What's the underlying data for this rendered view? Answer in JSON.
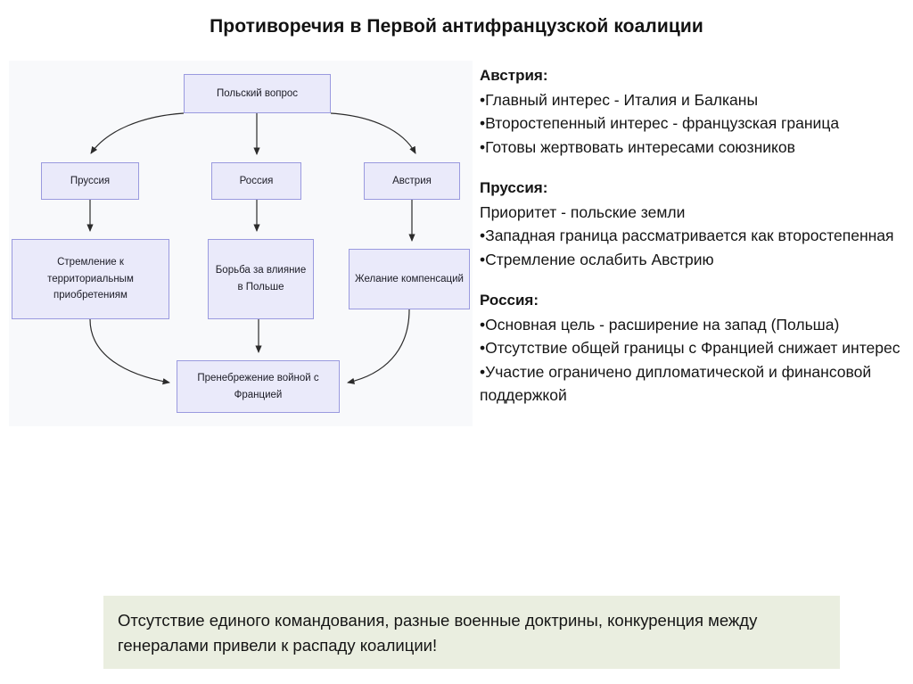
{
  "page": {
    "title": "Противоречия в Первой антифранцузской коалиции"
  },
  "diagram": {
    "nodes": {
      "polish_question": "Польский вопрос",
      "prussia": "Пруссия",
      "russia": "Россия",
      "austria": "Австрия",
      "territory": "Стремление к территориальным приобретениям",
      "influence": "Борьба за влияние в Польше",
      "compensation": "Желание компенсаций",
      "neglect": "Пренебрежение войной с Францией"
    },
    "panel_background": "#f8f9fb",
    "node_fill": "#eaeafa",
    "node_border": "#9a9adf",
    "arrow_color": "#2b2b2b"
  },
  "info": {
    "austria": {
      "heading": "Австрия:",
      "lines": [
        "•Главный интерес - Италия и Балканы",
        "•Второстепенный интерес - французская граница",
        "•Готовы жертвовать интересами союзников"
      ]
    },
    "prussia": {
      "heading": "Пруссия:",
      "lines": [
        "Приоритет - польские земли",
        "•Западная граница рассматривается как второстепенная",
        "•Стремление ослабить Австрию"
      ]
    },
    "russia": {
      "heading": "Россия:",
      "lines": [
        "•Основная цель - расширение на запад (Польша)",
        "•Отсутствие общей границы с Францией снижает интерес",
        "•Участие ограничено дипломатической и финансовой поддержкой"
      ]
    }
  },
  "conclusion": {
    "text": "Отсутствие единого командования, разные военные доктрины, конкуренция между генералами привели к распаду коалиции!",
    "background": "#eaeee0"
  }
}
